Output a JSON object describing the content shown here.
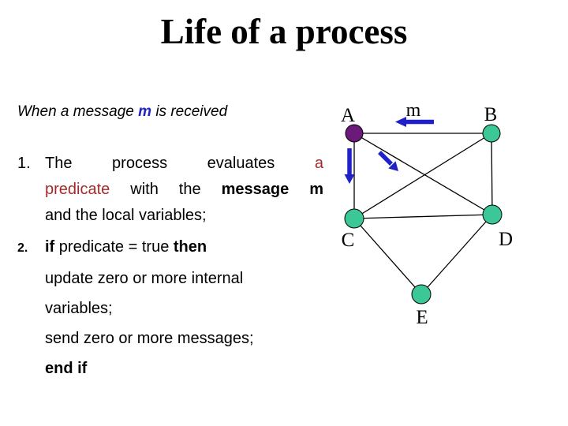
{
  "slide": {
    "title": "Life of a process",
    "intro": {
      "text_before": "When a message",
      "message_var": "m",
      "text_after": "is received"
    },
    "item1": {
      "number": "1.",
      "line1": {
        "w1": "The",
        "w2": "process",
        "w3": "evaluates",
        "w4": "a"
      },
      "line2": {
        "w1": "predicate",
        "w2": "with the",
        "w3": "message m"
      },
      "line3": "and the local variables;"
    },
    "item2": {
      "number": "2.",
      "kw_if": "if",
      "condition": "predicate = true",
      "kw_then": "then"
    },
    "body_update": "update zero or more internal variables;",
    "body_send": "send zero or more messages;",
    "body_end": "end if"
  },
  "colors": {
    "title_text": "#000000",
    "accent_red": "#A52A2A",
    "accent_blue": "#2222CC"
  },
  "graph": {
    "message_label": "m",
    "nodes": [
      {
        "id": "A",
        "label": "A",
        "color": "#6B1A7A"
      },
      {
        "id": "B",
        "label": "B",
        "color": "#3CC796"
      },
      {
        "id": "C",
        "label": "C",
        "color": "#3CC796"
      },
      {
        "id": "D",
        "label": "D",
        "color": "#3CC796"
      },
      {
        "id": "E",
        "label": "E",
        "color": "#3CC796"
      }
    ],
    "edges": [
      "A-B",
      "A-C",
      "A-D",
      "B-C",
      "B-D",
      "C-D",
      "C-E",
      "D-E"
    ],
    "arrows": [
      {
        "name": "incoming-message",
        "from": "B",
        "to": "A",
        "label": "m"
      },
      {
        "name": "send-to-C",
        "from": "A",
        "to": "C"
      },
      {
        "name": "send-to-D",
        "from": "A",
        "to": "D"
      }
    ],
    "colors": {
      "node_active": "#6B1A7A",
      "node_default": "#3CC796",
      "arrow": "#2020C8",
      "edge": "#000000"
    }
  }
}
